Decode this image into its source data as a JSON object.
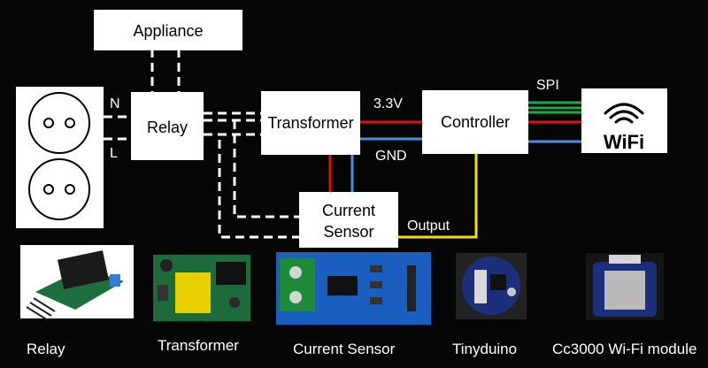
{
  "diagram": {
    "blocks": {
      "appliance": "Appliance",
      "relay": "Relay",
      "transformer": "Transformer",
      "controller": "Controller",
      "current_sensor_line1": "Current",
      "current_sensor_line2": "Sensor",
      "wifi": "WiFi"
    },
    "labels": {
      "neutral": "N",
      "live": "L",
      "v33": "3.3V",
      "gnd": "GND",
      "spi": "SPI",
      "output": "Output"
    },
    "colors": {
      "power": "#e01010",
      "ground": "#4a8ee0",
      "signal": "#f2e000",
      "spi": "#1fa84a",
      "mains": "#ffffff"
    },
    "icons": [
      "outlet-icon",
      "wifi-icon"
    ]
  },
  "components": [
    {
      "id": "relay",
      "caption": "Relay"
    },
    {
      "id": "transformer",
      "caption": "Transformer"
    },
    {
      "id": "current-sensor",
      "caption": "Current Sensor"
    },
    {
      "id": "tinyduino",
      "caption": "Tinyduino"
    },
    {
      "id": "cc3000",
      "caption": "Cc3000 Wi-Fi module"
    }
  ]
}
